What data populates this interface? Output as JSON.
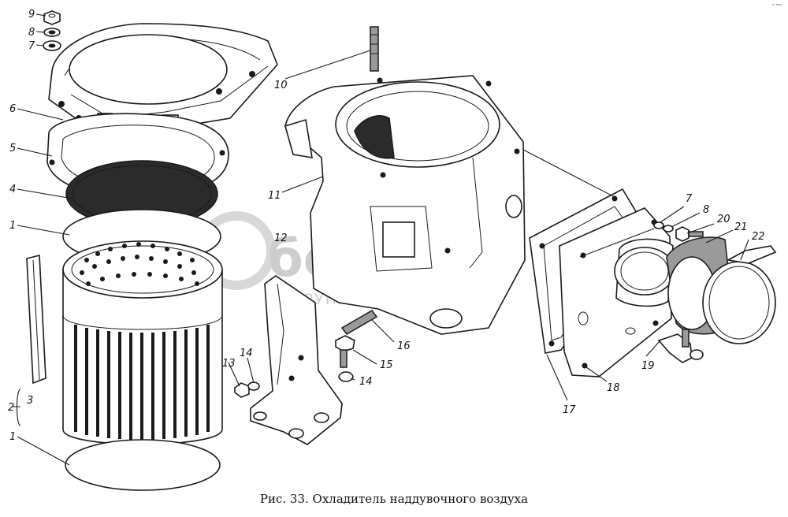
{
  "caption": "Рис. 33. Охладитель наддувочного воздуха",
  "watermark": {
    "brand": "белагро",
    "subtitle": "ГРУППА КОМПАНИЙ"
  },
  "corner_mark": "ᵈ ᵉᵉᵉ",
  "callouts": {
    "c9": "9",
    "c8a": "8",
    "c7a": "7",
    "c6": "6",
    "c5": "5",
    "c4": "4",
    "c1a": "1",
    "c1b": "1",
    "c2": "2",
    "c3": "3",
    "c10": "10",
    "c11": "11",
    "c12": "12",
    "c13": "13",
    "c14a": "14",
    "c14b": "14",
    "c15": "15",
    "c16": "16",
    "c17": "17",
    "c18": "18",
    "c19": "19",
    "c7b": "7",
    "c8b": "8",
    "c20": "20",
    "c21": "21",
    "c22": "22"
  },
  "colors": {
    "ink": "#1a1a1a",
    "paper": "#ffffff",
    "watermark": "#c8c8c8"
  }
}
